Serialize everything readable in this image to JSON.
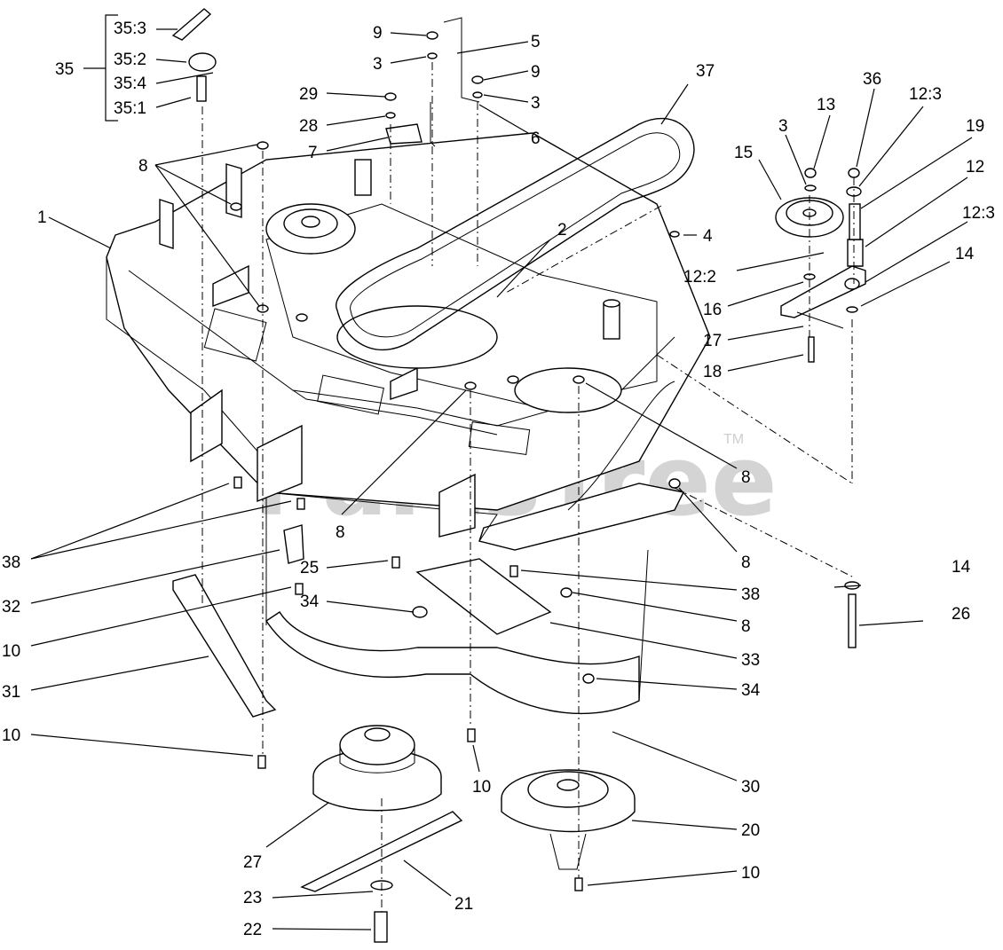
{
  "watermark": {
    "text": "PartsTree",
    "trademark": "TM"
  },
  "labels": {
    "l35_3": "35:3",
    "l35_2": "35:2",
    "l35": "35",
    "l35_4": "35:4",
    "l35_1": "35:1",
    "l8_top": "8",
    "l1": "1",
    "l9_top": "9",
    "l3_top": "3",
    "l5": "5",
    "l9_mid": "9",
    "l3_mid": "3",
    "l6": "6",
    "l29": "29",
    "l28": "28",
    "l7": "7",
    "l37": "37",
    "l36": "36",
    "l12_3_top": "12:3",
    "l13": "13",
    "l3_r": "3",
    "l19": "19",
    "l15": "15",
    "l12": "12",
    "l12_3_mid": "12:3",
    "l4": "4",
    "l2": "2",
    "l14_top": "14",
    "l12_2": "12:2",
    "l16": "16",
    "l17": "17",
    "l18": "18",
    "l8_mid_r": "8",
    "l8_mid": "8",
    "l8_r": "8",
    "l38_l": "38",
    "l32": "32",
    "l10_a": "10",
    "l25": "25",
    "l38_r": "38",
    "l8_r2": "8",
    "l34_a": "34",
    "l14_b": "14",
    "l26": "26",
    "l33": "33",
    "l31": "31",
    "l34_b": "34",
    "l10_b": "10",
    "l10_c": "10",
    "l30": "30",
    "l20": "20",
    "l27": "27",
    "l10_d": "10",
    "l23": "23",
    "l21": "21",
    "l22": "22"
  }
}
